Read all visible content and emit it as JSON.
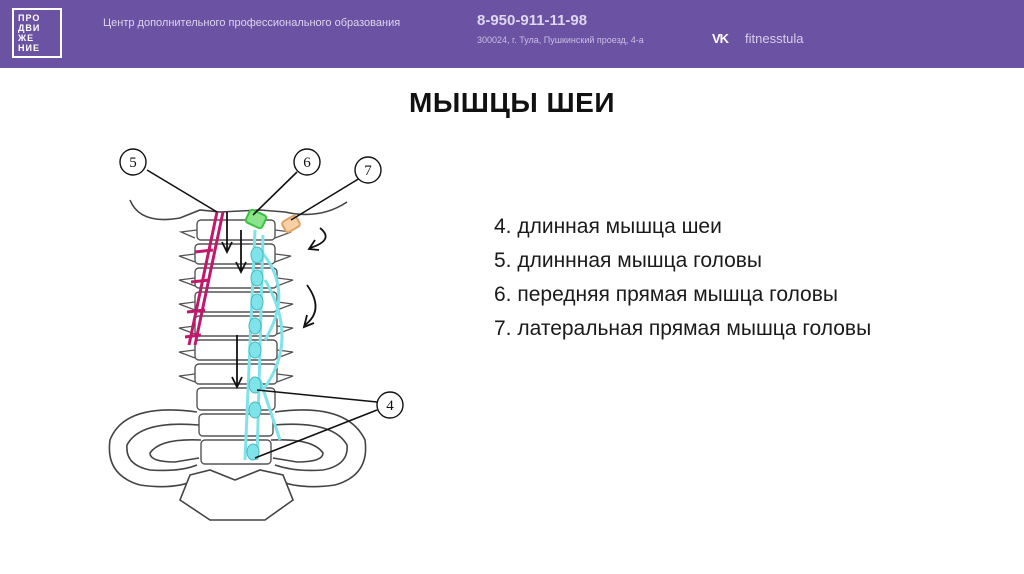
{
  "header": {
    "logo_lines": [
      "ПРО",
      "ДВИ",
      "ЖЕ",
      "НИЕ"
    ],
    "center_name": "Центр дополнительного профессионального образования",
    "phone": "8-950-911-11-98",
    "address": "300024, г. Тула, Пушкинский проезд, 4-а",
    "vk_icon_text": "VK",
    "vk_handle": "fitnesstula",
    "icons": [
      "logo-icon",
      "vk-icon"
    ]
  },
  "slide": {
    "title": "МЫШЦЫ ШЕИ"
  },
  "figure": {
    "callouts": [
      "5",
      "6",
      "7",
      "4"
    ]
  },
  "legend": {
    "items": [
      "4. длинная мышца шеи",
      "5. длиннная мышца головы",
      "6. передняя прямая мышца головы",
      "7. латеральная прямая мышца головы"
    ]
  },
  "colors": {
    "header_bg": "#6b52a3",
    "muscle_4": "#7fe3ea",
    "muscle_5": "#c2186b",
    "muscle_6": "#3cc23c",
    "muscle_7": "#e0a060"
  }
}
